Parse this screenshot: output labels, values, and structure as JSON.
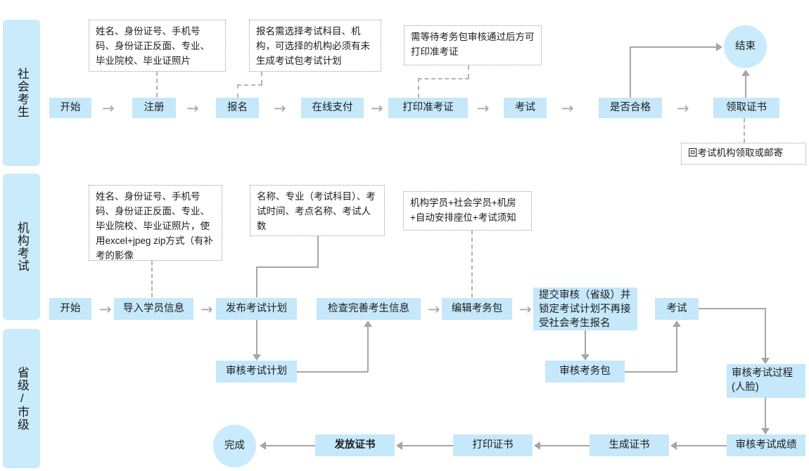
{
  "lanes": [
    {
      "id": "lane-social-candidate",
      "label": "社会考生"
    },
    {
      "id": "lane-institution-exam",
      "label": "机构考试"
    },
    {
      "id": "lane-province-city",
      "label": "省级/市级"
    }
  ],
  "row1": {
    "nodes": [
      {
        "id": "r1-start",
        "label": "开始"
      },
      {
        "id": "r1-register",
        "label": "注册"
      },
      {
        "id": "r1-signup",
        "label": "报名"
      },
      {
        "id": "r1-online-pay",
        "label": "在线支付"
      },
      {
        "id": "r1-print-ticket",
        "label": "打印准考证"
      },
      {
        "id": "r1-exam",
        "label": "考试"
      },
      {
        "id": "r1-pass-check",
        "label": "是否合格"
      },
      {
        "id": "r1-get-cert",
        "label": "领取证书"
      },
      {
        "id": "r1-end",
        "label": "结束"
      }
    ],
    "notes": [
      {
        "id": "note-register-fields",
        "text": "姓名、身份证号、手机号码、身份证正反面、专业、毕业院校、毕业证照片"
      },
      {
        "id": "note-signup-rule",
        "text": "报名需选择考试科目、机构，可选择的机构必须有未生成考试包考试计划"
      },
      {
        "id": "note-ticket-rule",
        "text": "需等待考务包审核通过后方可打印准考证"
      },
      {
        "id": "note-cert-pickup",
        "text": "回考试机构领取或邮寄"
      }
    ]
  },
  "row2": {
    "nodes": [
      {
        "id": "r2-start",
        "label": "开始"
      },
      {
        "id": "r2-import-students",
        "label": "导入学员信息"
      },
      {
        "id": "r2-publish-plan",
        "label": "发布考试计划"
      },
      {
        "id": "r2-review-plan",
        "label": "审核考试计划"
      },
      {
        "id": "r2-check-candidates",
        "label": "检查完善考生信息"
      },
      {
        "id": "r2-edit-package",
        "label": "编辑考务包"
      },
      {
        "id": "r2-submit-review",
        "label": "提交审核（省级）并锁定考试计划不再接受社会考生报名"
      },
      {
        "id": "r2-review-package",
        "label": "审核考务包"
      },
      {
        "id": "r2-exam",
        "label": "考试"
      }
    ],
    "notes": [
      {
        "id": "note-import-fields",
        "text": "姓名、身份证号、手机号码、身份证正反面、专业、毕业院校、毕业证照片，使用excel+jpeg zip方式（有补考的影像"
      },
      {
        "id": "note-plan-fields",
        "text": "名称、专业（考试科目）、考试时间、考点名称、考试人数"
      },
      {
        "id": "note-package-fields",
        "text": "机构学员+社会学员+机房+自动安排座位+考试须知"
      }
    ]
  },
  "row3": {
    "nodes": [
      {
        "id": "r3-review-process",
        "label": "审核考试过程\n(人脸)"
      },
      {
        "id": "r3-review-score",
        "label": "审核考试成绩"
      },
      {
        "id": "r3-generate-cert",
        "label": "生成证书"
      },
      {
        "id": "r3-print-cert",
        "label": "打印证书"
      },
      {
        "id": "r3-issue-cert",
        "label": "发放证书"
      },
      {
        "id": "r3-done",
        "label": "完成"
      }
    ]
  },
  "glyphs": {
    "arrow_right": "→"
  },
  "colors": {
    "node_fill": "#c5e8fa",
    "lane_fill": "#c9ebfb",
    "connector": "#a6a6a6",
    "note_border": "#9a9a9a",
    "text": "#1d1d1d"
  }
}
